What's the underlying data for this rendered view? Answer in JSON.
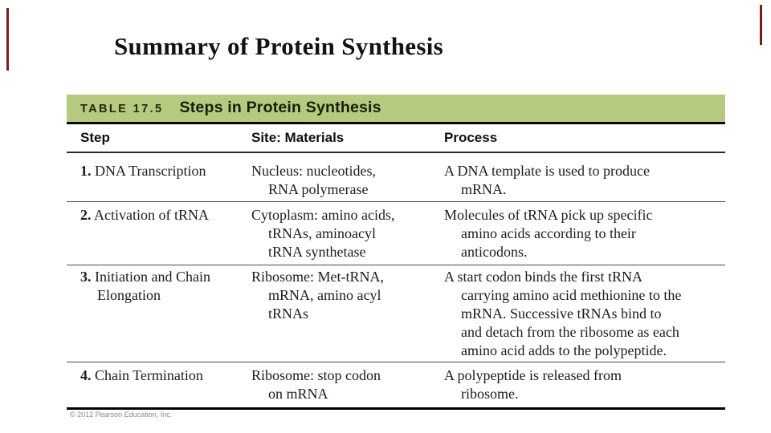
{
  "slide": {
    "title": "Summary of Protein Synthesis",
    "credit": "© 2012 Pearson Education, Inc."
  },
  "table": {
    "label": "TABLE 17.5",
    "heading": "Steps in Protein Synthesis",
    "columns": [
      "Step",
      "Site: Materials",
      "Process"
    ],
    "rows": [
      {
        "step_no": "1.",
        "step": " DNA Transcription",
        "site": "Nucleus: nucleotides,\nRNA polymerase",
        "process": "A DNA template is used to produce\nmRNA."
      },
      {
        "step_no": "2.",
        "step": " Activation of tRNA",
        "site": "Cytoplasm: amino acids,\ntRNAs, aminoacyl\ntRNA synthetase",
        "process": "Molecules of tRNA pick up specific\namino acids according to their\nanticodons."
      },
      {
        "step_no": "3.",
        "step": " Initiation and Chain\nElongation",
        "site": "Ribosome: Met-tRNA,\nmRNA, amino acyl\ntRNAs",
        "process": "A start codon binds the first tRNA\ncarrying amino acid methionine to the\nmRNA. Successive tRNAs bind to\nand detach from the ribosome as each\namino acid adds to the polypeptide."
      },
      {
        "step_no": "4.",
        "step": " Chain Termination",
        "site": "Ribosome: stop codon\non mRNA",
        "process": "A polypeptide is released from\nribosome."
      }
    ]
  },
  "colors": {
    "table_header_green": "#b5ca7e",
    "edge_accent_red": "#7b1d1d",
    "rule_black": "#000000",
    "body_text": "#1c1c1c",
    "credit_gray": "#8a8a8a"
  }
}
